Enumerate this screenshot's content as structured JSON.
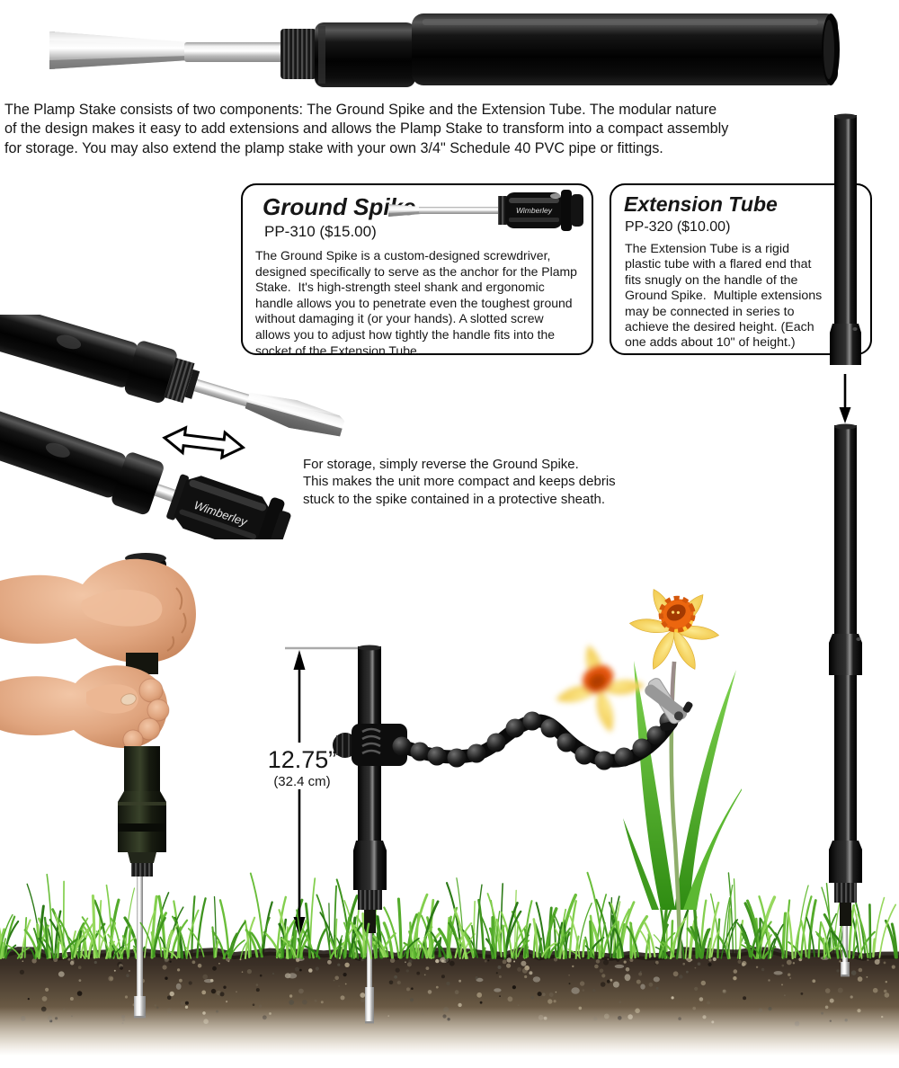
{
  "intro": {
    "lines": [
      "The Plamp Stake consists of two components: The Ground Spike and the Extension Tube. The modular nature",
      "of the design makes it easy to add extensions and allows the Plamp Stake to transform into a compact assembly",
      "for storage. You may also extend the plamp stake with your own 3/4\" Schedule 40 PVC pipe or fittings."
    ]
  },
  "ground_spike_box": {
    "title": "Ground Spike",
    "sku_price": "PP-310 ($15.00)",
    "lines": [
      "The Ground Spike is a custom-designed screwdriver,",
      "designed specifically to serve as the anchor for the Plamp",
      "Stake.  It's high-strength steel shank and ergonomic",
      "handle allows you to penetrate even the toughest ground",
      "without damaging it (or your hands). A slotted screw",
      "allows you to adjust how tightly the handle fits into the",
      "socket of the Extension Tube."
    ]
  },
  "extension_tube_box": {
    "title": "Extension Tube",
    "sku_price": "PP-320 ($10.00)",
    "lines": [
      "The Extension Tube is a rigid",
      "plastic tube with a flared end that",
      "fits snugly on the handle of the",
      "Ground Spike.  Multiple extensions",
      "may be connected in series to",
      "achieve the desired height. (Each",
      "one adds about 10\" of height.)"
    ]
  },
  "storage_note": {
    "lines": [
      "For storage, simply reverse the Ground Spike.",
      "This makes the unit more compact and keeps debris",
      "stuck to the spike contained in a protective sheath."
    ]
  },
  "measurement": {
    "inches": "12.75”",
    "centimeters": "(32.4 cm)"
  },
  "brand": {
    "handle_label": "Wimberley"
  },
  "colors": {
    "text": "#161616",
    "box_border": "#000000",
    "grass_dark": "#2c7a17",
    "grass_light": "#83cf4e",
    "soil_dark": "#31281f",
    "soil_light": "#a08b67",
    "flower_orange": "#ec660f",
    "flower_yellow": "#f2c744",
    "metal": "#c9c9c9",
    "plastic_black": "#111111"
  }
}
